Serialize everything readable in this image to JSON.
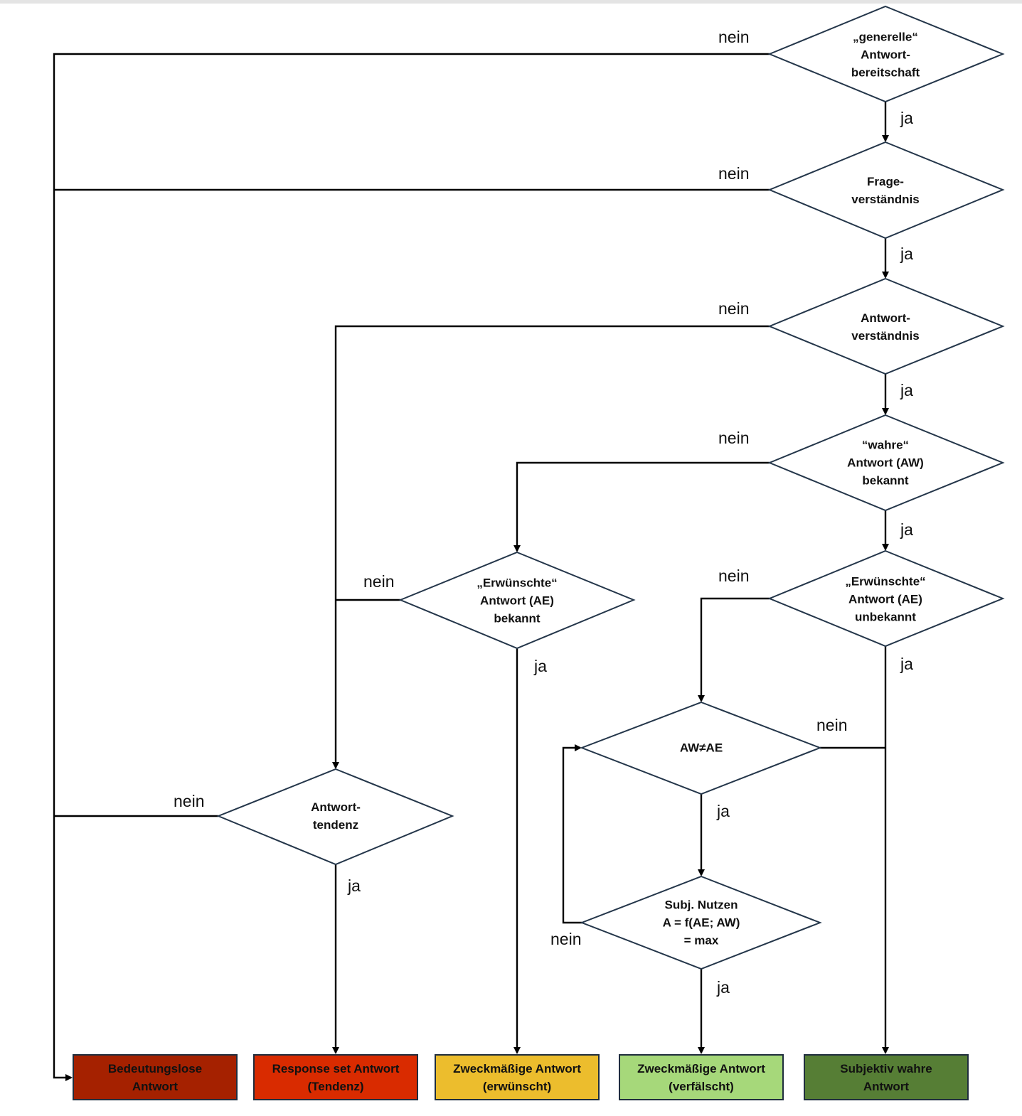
{
  "diagram": {
    "decisions": [
      {
        "id": "generelle-antwortbereitschaft",
        "text": "„generelle“\nAntwort-\nbereitschaft"
      },
      {
        "id": "frageverstaendnis",
        "text": "Frage-\nverständnis"
      },
      {
        "id": "antwortverstaendnis",
        "text": "Antwort-\nverständnis"
      },
      {
        "id": "wahre-antwort-bekannt",
        "text": "“wahre“\nAntwort (AW)\nbekannt"
      },
      {
        "id": "erwuenschte-antwort-bekannt",
        "text": "„Erwünschte“\nAntwort (AE)\nbekannt"
      },
      {
        "id": "erwuenschte-antwort-unbekannt",
        "text": "„Erwünschte“\nAntwort (AE)\nunbekannt"
      },
      {
        "id": "aw-ungleich-ae",
        "text": "AW≠AE"
      },
      {
        "id": "subjektiver-nutzen",
        "text": "Subj. Nutzen\nA = f(AE; AW)\n= max"
      },
      {
        "id": "antworttendenz",
        "text": "Antwort-\ntendenz"
      }
    ],
    "edge_labels": {
      "yes": "ja",
      "no": "nein"
    },
    "outcomes": [
      {
        "id": "bedeutungslose-antwort",
        "text": "Bedeutungslose\nAntwort",
        "color": "#a52100"
      },
      {
        "id": "response-set-antwort",
        "text": "Response set Antwort\n(Tendenz)",
        "color": "#d92b00"
      },
      {
        "id": "zweckmaessige-antwort-erwuenscht",
        "text": "Zweckmäßige Antwort\n(erwünscht)",
        "color": "#ecbd2d"
      },
      {
        "id": "zweckmaessige-antwort-verfaelscht",
        "text": "Zweckmäßige Antwort\n(verfälscht)",
        "color": "#a6d87a"
      },
      {
        "id": "subjektiv-wahre-antwort",
        "text": "Subjektiv wahre\nAntwort",
        "color": "#567e35"
      }
    ],
    "edges": [
      {
        "from": "generelle-antwortbereitschaft",
        "to": "frageverstaendnis",
        "label": "ja"
      },
      {
        "from": "generelle-antwortbereitschaft",
        "to": "bedeutungslose-antwort",
        "label": "nein"
      },
      {
        "from": "frageverstaendnis",
        "to": "antwortverstaendnis",
        "label": "ja"
      },
      {
        "from": "frageverstaendnis",
        "to": "bedeutungslose-antwort",
        "label": "nein"
      },
      {
        "from": "antwortverstaendnis",
        "to": "wahre-antwort-bekannt",
        "label": "ja"
      },
      {
        "from": "antwortverstaendnis",
        "to": "antworttendenz",
        "label": "nein"
      },
      {
        "from": "wahre-antwort-bekannt",
        "to": "erwuenschte-antwort-unbekannt",
        "label": "ja"
      },
      {
        "from": "wahre-antwort-bekannt",
        "to": "erwuenschte-antwort-bekannt",
        "label": "nein"
      },
      {
        "from": "erwuenschte-antwort-bekannt",
        "to": "zweckmaessige-antwort-erwuenscht",
        "label": "ja"
      },
      {
        "from": "erwuenschte-antwort-bekannt",
        "to": "antworttendenz",
        "label": "nein"
      },
      {
        "from": "erwuenschte-antwort-unbekannt",
        "to": "subjektiv-wahre-antwort",
        "label": "ja"
      },
      {
        "from": "erwuenschte-antwort-unbekannt",
        "to": "aw-ungleich-ae",
        "label": "nein"
      },
      {
        "from": "aw-ungleich-ae",
        "to": "subjektiver-nutzen",
        "label": "ja"
      },
      {
        "from": "aw-ungleich-ae",
        "to": "subjektiv-wahre-antwort",
        "label": "nein"
      },
      {
        "from": "subjektiver-nutzen",
        "to": "zweckmaessige-antwort-verfaelscht",
        "label": "ja"
      },
      {
        "from": "subjektiver-nutzen",
        "to": "aw-ungleich-ae",
        "label": "nein"
      },
      {
        "from": "antworttendenz",
        "to": "response-set-antwort",
        "label": "ja"
      },
      {
        "from": "antworttendenz",
        "to": "bedeutungslose-antwort",
        "label": "nein"
      }
    ]
  }
}
